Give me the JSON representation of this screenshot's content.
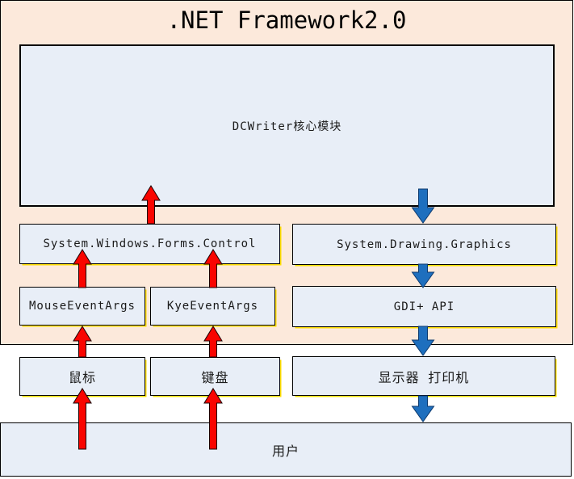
{
  "title": ".NET Framework2.0",
  "boxes": {
    "dcwriter": "DCWriter核心模块",
    "forms_control": "System.Windows.Forms.Control",
    "drawing_graphics": "System.Drawing.Graphics",
    "mouse_event_args": "MouseEventArgs",
    "key_event_args": "KyeEventArgs",
    "gdi_api": "GDI+ API",
    "mouse": "鼠标",
    "keyboard": "键盘",
    "display_printer": "显示器 打印机",
    "user": "用户"
  },
  "colors": {
    "framework_bg": "#fce9db",
    "box_bg": "#e8eef7",
    "box_border": "#000000",
    "box_edge_highlight": "#ffdf00",
    "input_arrow_red": "#f90500",
    "output_arrow_blue": "#1e6fbe",
    "output_arrow_border": "#0d3a6e"
  },
  "edges": [
    {
      "from": "用户",
      "to": "鼠标",
      "color": "red",
      "direction": "up"
    },
    {
      "from": "用户",
      "to": "键盘",
      "color": "red",
      "direction": "up"
    },
    {
      "from": "鼠标",
      "to": "MouseEventArgs",
      "color": "red",
      "direction": "up"
    },
    {
      "from": "键盘",
      "to": "KyeEventArgs",
      "color": "red",
      "direction": "up"
    },
    {
      "from": "MouseEventArgs",
      "to": "System.Windows.Forms.Control",
      "color": "red",
      "direction": "up"
    },
    {
      "from": "KyeEventArgs",
      "to": "System.Windows.Forms.Control",
      "color": "red",
      "direction": "up"
    },
    {
      "from": "System.Windows.Forms.Control",
      "to": "DCWriter核心模块",
      "color": "red",
      "direction": "up"
    },
    {
      "from": "DCWriter核心模块",
      "to": "System.Drawing.Graphics",
      "color": "blue",
      "direction": "down"
    },
    {
      "from": "System.Drawing.Graphics",
      "to": "GDI+ API",
      "color": "blue",
      "direction": "down"
    },
    {
      "from": "GDI+ API",
      "to": "显示器 打印机",
      "color": "blue",
      "direction": "down"
    },
    {
      "from": "显示器 打印机",
      "to": "用户",
      "color": "blue",
      "direction": "down"
    }
  ]
}
